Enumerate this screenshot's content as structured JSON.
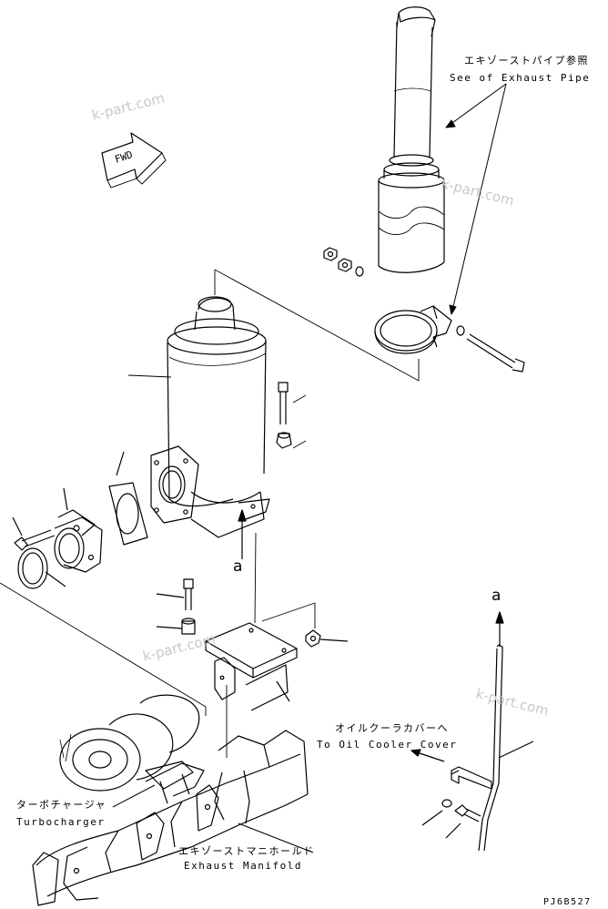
{
  "labels": {
    "exhaust_pipe_jp": "エキゾーストパイプ参照",
    "exhaust_pipe_en": "See of Exhaust Pipe",
    "oil_cooler_jp": "オイルクーラカバーへ",
    "oil_cooler_en": "To Oil Cooler Cover",
    "turbo_jp": "ターボチャージャ",
    "turbo_en": "Turbocharger",
    "manifold_jp": "エキゾーストマニホールド",
    "manifold_en": "Exhaust Manifold",
    "fwd": "FWD",
    "ref_a_left": "a",
    "ref_a_right": "a",
    "drawing_id": "PJ6B527"
  },
  "watermark": "k-part.com"
}
